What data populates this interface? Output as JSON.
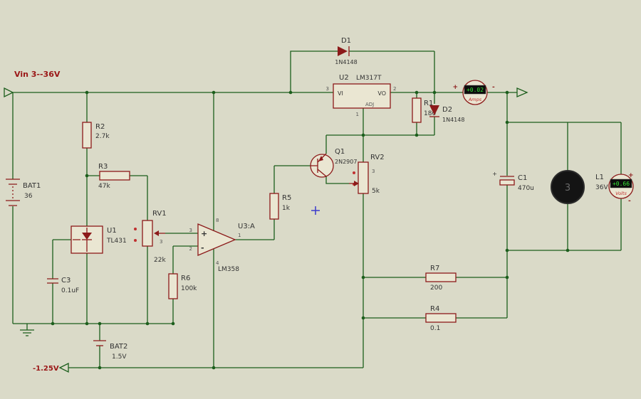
{
  "colors": {
    "background": "#DADAC8",
    "wire": "#1C5E1C",
    "component": "#8C1A1A",
    "lcd_green": "#35E535",
    "red_text": "#9A1616"
  },
  "labels": {
    "vin": "Vin 3--36V",
    "vneg": "-1.25V"
  },
  "components": {
    "bat1": {
      "ref": "BAT1",
      "value": "36"
    },
    "bat2": {
      "ref": "BAT2",
      "value": "1.5V"
    },
    "r1": {
      "ref": "R1",
      "value": "180"
    },
    "r2": {
      "ref": "R2",
      "value": "2.7k"
    },
    "r3": {
      "ref": "R3",
      "value": "47k"
    },
    "r4": {
      "ref": "R4",
      "value": "0.1"
    },
    "r5": {
      "ref": "R5",
      "value": "1k"
    },
    "r6": {
      "ref": "R6",
      "value": "100k"
    },
    "r7": {
      "ref": "R7",
      "value": "200"
    },
    "rv1": {
      "ref": "RV1",
      "value": "22k",
      "pin": "3"
    },
    "rv2": {
      "ref": "RV2",
      "value": "5k",
      "pin": "3"
    },
    "c1": {
      "ref": "C1",
      "value": "470u",
      "polarity": "+"
    },
    "c3": {
      "ref": "C3",
      "value": "0.1uF"
    },
    "d1": {
      "ref": "D1",
      "value": "1N4148"
    },
    "d2": {
      "ref": "D2",
      "value": "1N4148"
    },
    "q1": {
      "ref": "Q1",
      "value": "2N2907"
    },
    "u1": {
      "ref": "U1",
      "value": "TL431"
    },
    "u2": {
      "ref": "U2",
      "value": "LM317T",
      "pin_vi": "VI",
      "pin_vo": "VO",
      "pin_adj": "ADJ",
      "num_vi": "3",
      "num_vo": "2",
      "num_adj": "1"
    },
    "u3": {
      "ref": "U3:A",
      "value": "LM358",
      "plus": "+",
      "minus": "-",
      "num_plus": "3",
      "num_minus": "2",
      "num_out": "1",
      "num_vcc": "8",
      "num_vee": "4"
    },
    "l1": {
      "ref": "L1",
      "value": "36V",
      "glyph": "3"
    }
  },
  "meters": {
    "ammeter": {
      "reading": "+0.02",
      "unit": "Amps",
      "plus": "+",
      "minus": "-"
    },
    "voltmeter": {
      "reading": "+0.66",
      "unit": "Volts",
      "plus": "+",
      "minus": "-"
    }
  }
}
